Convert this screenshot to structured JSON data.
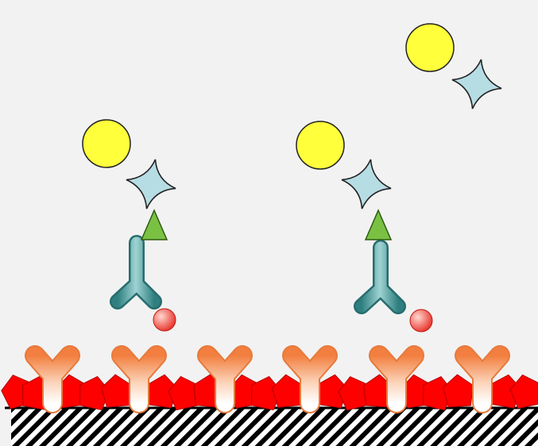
{
  "diagram": {
    "kind": "sandwich-immunoassay-illustration",
    "colors": {
      "background": "#f2f2f2",
      "surface_hatch": "#000000",
      "blocking_protein": "#ff0000",
      "capture_antibody": "#f59a5e",
      "target_analyte": "#f25a50",
      "detection_antibody": "#3f9a9a",
      "linker_triangle": "#7ac143",
      "enzyme_star": "#b7dde4",
      "label_bead": "#ffff3c"
    },
    "capture_antibody_count": 6,
    "bound_complexes": 2,
    "free_reporters": 1,
    "icons": [
      "surface-icon",
      "blocking-protein-icon",
      "capture-antibody-icon",
      "analyte-icon",
      "detection-antibody-icon",
      "linker-icon",
      "enzyme-icon",
      "label-bead-icon"
    ]
  }
}
